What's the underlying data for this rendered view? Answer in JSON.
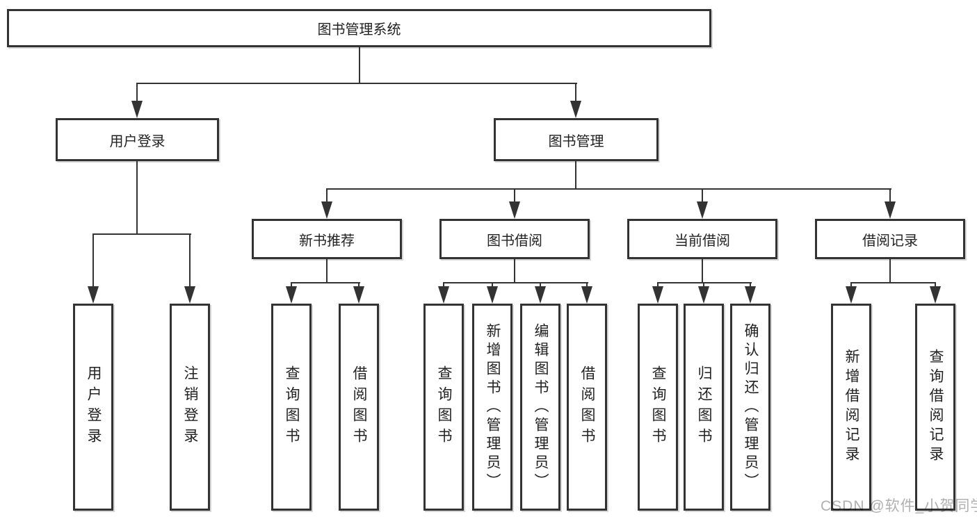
{
  "root": {
    "label": "图书管理系统"
  },
  "groups": {
    "user_login": {
      "label": "用户登录"
    },
    "book_mgmt": {
      "label": "图书管理"
    },
    "new_book": {
      "label": "新书推荐"
    },
    "borrow": {
      "label": "图书借阅"
    },
    "current": {
      "label": "当前借阅"
    },
    "record": {
      "label": "借阅记录"
    }
  },
  "leaves": {
    "user_login": "用户登录",
    "logout": "注销登录",
    "new_book_query": "查询图书",
    "new_book_borrow": "借阅图书",
    "borrow_query": "查询图书",
    "borrow_add": "新增图书（管理员）",
    "borrow_edit": "编辑图书（管理员）",
    "borrow_do": "借阅图书",
    "current_query": "查询图书",
    "current_return": "归还图书",
    "current_confirm": "确认归还（管理员）",
    "record_add": "新增借阅记录",
    "record_query": "查询借阅记录"
  },
  "watermark": {
    "text": "CSDN @软件_小贺同学"
  },
  "colors": {
    "line": "#333333",
    "text": "#222222",
    "watermark": "#b0b0b0",
    "background": "#ffffff"
  }
}
